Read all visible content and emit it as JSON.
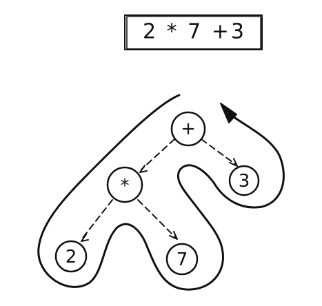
{
  "expression": {
    "text": "2 * 7 +3"
  },
  "tree": {
    "nodes": [
      {
        "id": "plus",
        "label": "+"
      },
      {
        "id": "times",
        "label": "*"
      },
      {
        "id": "three",
        "label": "3"
      },
      {
        "id": "two",
        "label": "2"
      },
      {
        "id": "seven",
        "label": "7"
      }
    ],
    "edges": [
      {
        "from": "plus",
        "to": "times"
      },
      {
        "from": "plus",
        "to": "three"
      },
      {
        "from": "times",
        "to": "two"
      },
      {
        "from": "times",
        "to": "seven"
      }
    ]
  }
}
